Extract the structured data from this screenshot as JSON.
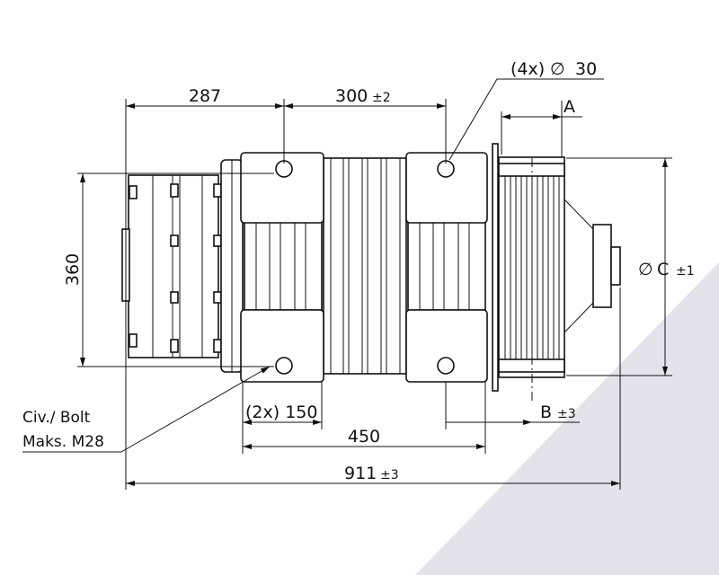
{
  "drawing": {
    "background_accent": "#e4e3ea",
    "line_color": "#111111",
    "dimensions": {
      "d287": "287",
      "d300": "300",
      "d300_tol": "±2",
      "holes_count": "(4x)",
      "holes_dia_symbol": "∅",
      "holes_dia": "30",
      "dim_a": "A",
      "d360": "360",
      "dia_c_symbol": "∅",
      "dia_c": "C",
      "dia_c_tol": "±1",
      "d150": "(2x) 150",
      "dim_b": "B",
      "dim_b_tol": "±3",
      "d450": "450",
      "d911": "911",
      "d911_tol": "±3"
    },
    "bolt_note": {
      "line1": "Civ./ Bolt",
      "line2": "Maks. M28"
    }
  }
}
